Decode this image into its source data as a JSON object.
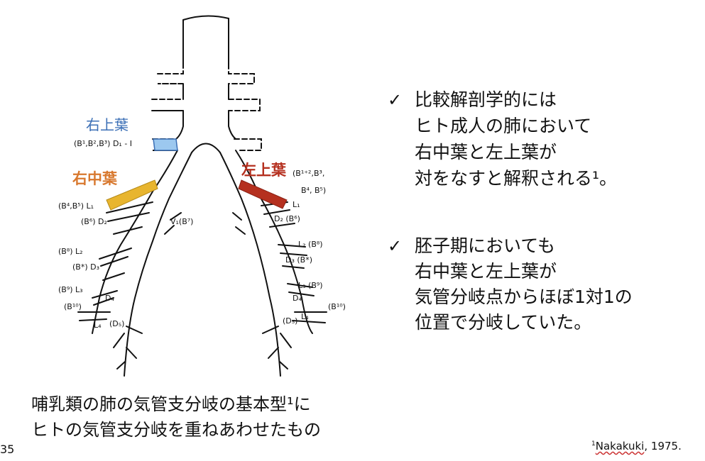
{
  "diagram": {
    "lobe_labels": {
      "right_upper": "右上葉",
      "right_middle": "右中葉",
      "left_upper": "左上葉"
    },
    "colors": {
      "right_upper": "#9cc8ef",
      "right_middle": "#e8b52f",
      "left_upper": "#b5301f"
    },
    "branch_labels": {
      "r_upper": "(B¹,B²,B³) D₁ - I",
      "r_l1": "(B⁴,B⁵) L₁",
      "r_d2": "(B⁶) D₂",
      "v1": "V₁(B⁷)",
      "r_l2": "(B⁸) L₂",
      "r_d3": "(B*) D₃",
      "r_l3": "(B⁹) L₃",
      "r_d4": "D₄",
      "r_b10": "(B¹⁰)",
      "r_l4": "L₄",
      "r_ds": "(D₅)",
      "l_b12": "(B¹⁺²,B³,",
      "l_b45": "B⁴, B⁵)",
      "l_l1": "L₁",
      "l_d2": "D₂ (B⁶)",
      "l_l2": "L₂ (B⁸)",
      "l_d3": "D₃ (B*)",
      "l_l3": "L₃ (B⁹)",
      "l_d4": "D₄",
      "l_b10": "(B¹⁰)",
      "l_ds": "(D₅)",
      "l_l4": "L₄"
    }
  },
  "bullets": [
    {
      "check": "✓",
      "lines": [
        "比較解剖学的には",
        "ヒト成人の肺において",
        "右中葉と左上葉が",
        "対をなすと解釈される¹。"
      ]
    },
    {
      "check": "✓",
      "lines": [
        "胚子期においても",
        "右中葉と左上葉が",
        "気管分岐点からほぼ1対1の",
        "位置で分岐していた。"
      ]
    }
  ],
  "caption": {
    "line1": "哺乳類の肺の気管支分岐の基本型¹に",
    "line2": "ヒトの気管支分岐を重ねあわせたもの"
  },
  "footer": {
    "slide_number": "35",
    "citation_sup": "1",
    "citation_name": "Nakakuki",
    "citation_rest": ", 1975."
  }
}
